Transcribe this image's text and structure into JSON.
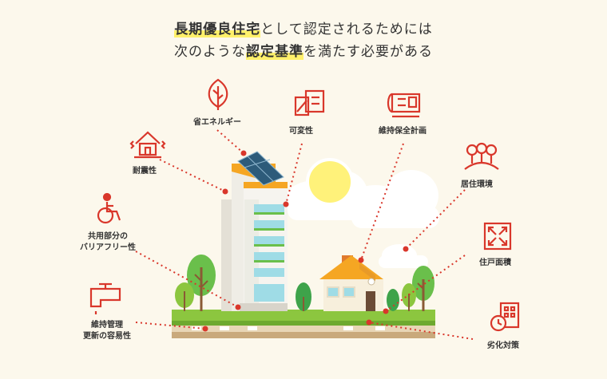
{
  "heading": {
    "line1_hl": "長期優良住宅",
    "line1_rest": "として認定されるためには",
    "line2_a": "次のような",
    "line2_hl": "認定基準",
    "line2_b": "を満たす必要がある"
  },
  "labels": {
    "energy": "省エネルギー",
    "variability": "可変性",
    "maintenance_plan": "維持保全計画",
    "seismic": "耐震性",
    "living_env": "居住環境",
    "barrier_free_1": "共用部分の",
    "barrier_free_2": "バリアフリー性",
    "floor_area": "住戸面積",
    "ease_of_maintenance_1": "維持管理",
    "ease_of_maintenance_2": "更新の容易性",
    "deterioration": "劣化対策"
  },
  "colors": {
    "accent": "#d9372b",
    "highlight": "#fff06a",
    "background": "#fcf8ec",
    "ground_green": "#8cc63f",
    "ground_brown": "#c9a97c",
    "sun": "#fff27a",
    "roof_orange": "#f5a623"
  },
  "icons": [
    "leaf-icon",
    "blueprint-icon",
    "plan-document-icon",
    "house-quake-icon",
    "trees-icon",
    "wheelchair-icon",
    "expand-arrows-icon",
    "faucet-icon",
    "building-clock-icon"
  ]
}
